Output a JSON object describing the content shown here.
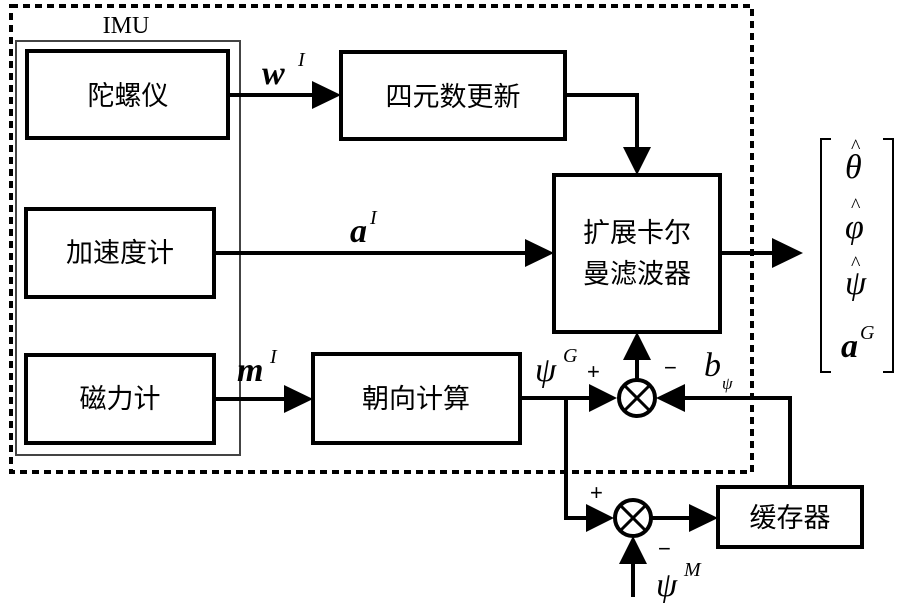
{
  "diagram": {
    "imu_group": {
      "label": "IMU"
    },
    "sensors": {
      "gyroscope": "陀螺仪",
      "accelerometer": "加速度计",
      "magnetometer": "磁力计"
    },
    "blocks": {
      "quaternion_update": "四元数更新",
      "ekf_line1": "扩展卡尔",
      "ekf_line2": "曼滤波器",
      "heading_calc": "朝向计算",
      "buffer": "缓存器"
    },
    "signals": {
      "gyro_out": {
        "base": "w",
        "sup": "I"
      },
      "accel_out": {
        "base": "a",
        "sup": "I"
      },
      "mag_out": {
        "base": "m",
        "sup": "I"
      },
      "heading_out": {
        "base": "ψ",
        "sup": "G"
      },
      "bias": {
        "base": "b",
        "sub": "ψ"
      },
      "mag_heading": {
        "base": "ψ",
        "sup": "M"
      }
    },
    "mixers": {
      "top": {
        "plus": "+",
        "minus": "−"
      },
      "bottom": {
        "plus": "+",
        "minus": "−"
      }
    },
    "output_vector": {
      "theta": "θ",
      "phi": "φ",
      "psi": "ψ",
      "hat": "^",
      "accel_base": "a",
      "accel_sup": "G"
    }
  }
}
